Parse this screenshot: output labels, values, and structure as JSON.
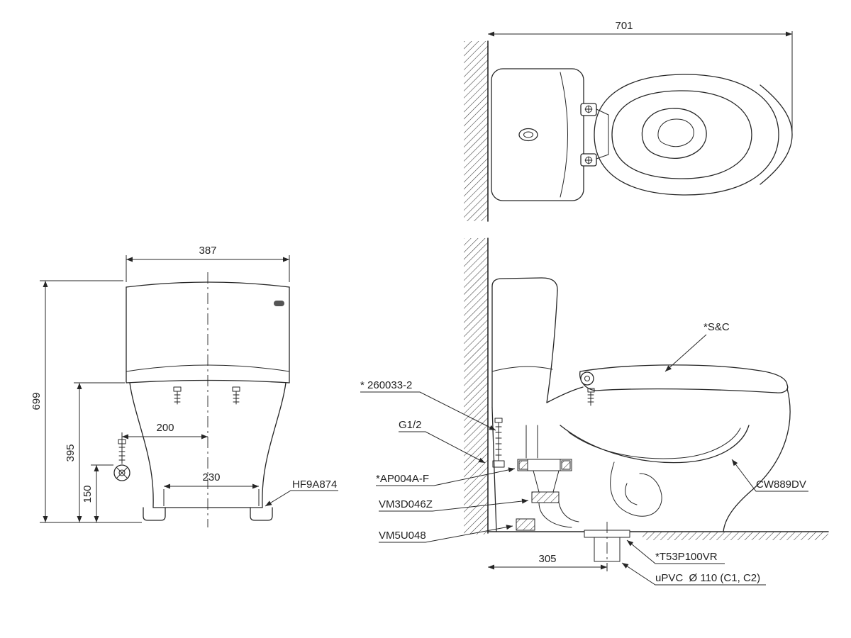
{
  "colors": {
    "line": "#262626",
    "background": "#ffffff"
  },
  "top_view": {
    "dim_width": "701"
  },
  "front_view": {
    "dim_width": "387",
    "dim_total_height": "699",
    "dim_tank_height": "395",
    "dim_supply_offset": "200",
    "dim_bolt_spacing": "230",
    "dim_supply_height": "150",
    "part_bolt_kit": "HF9A874"
  },
  "side_view": {
    "part_seat_cover": "*S&C",
    "part_supply_hose": "* 260033-2",
    "thread_size": "G1/2",
    "part_inlet_valve": "*AP004A-F",
    "part_gasket": "VM3D046Z",
    "part_floor_seal": "VM5U048",
    "model_code": "CW889DV",
    "part_outlet_flange": "*T53P100VR",
    "pipe_spec": "uPVC  Ø 110 (C1, C2)",
    "dim_rough_in": "305"
  }
}
